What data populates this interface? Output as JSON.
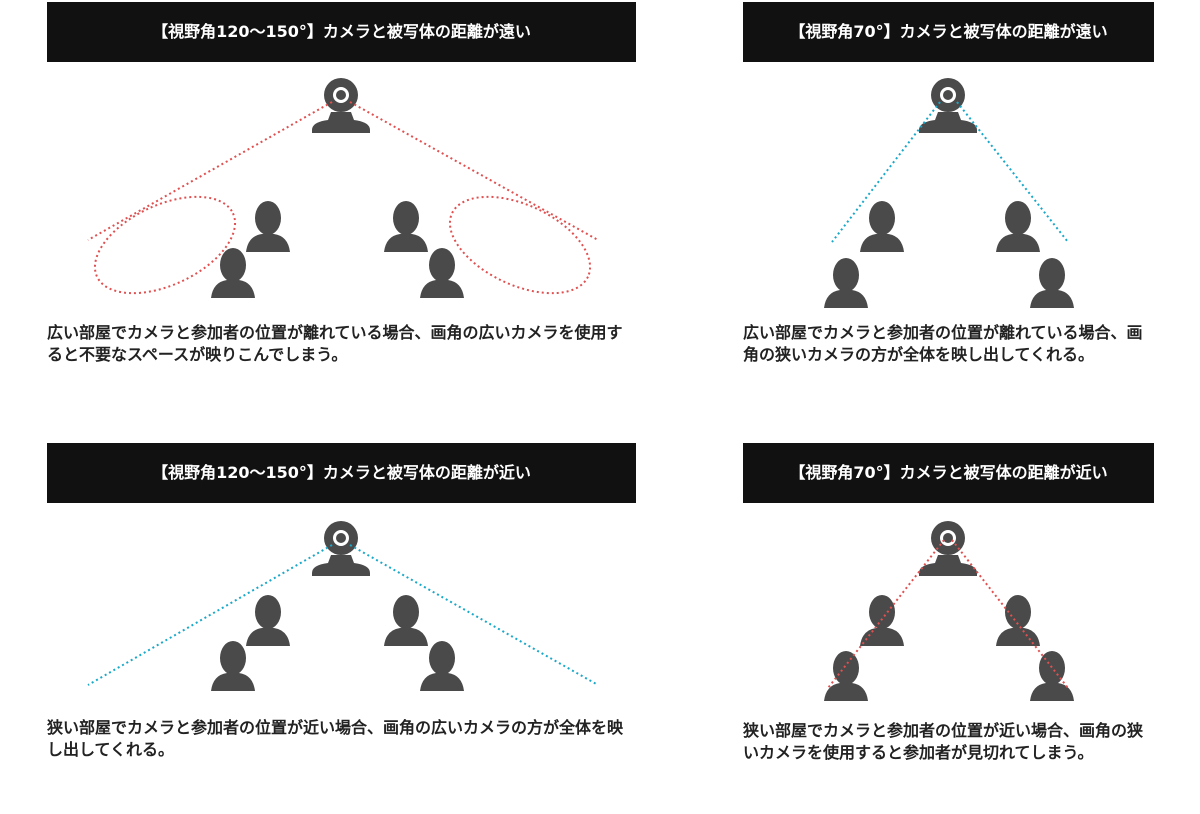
{
  "panels": [
    {
      "title": "【視野角120〜150°】カメラと被写体の距離が遠い",
      "description": "広い部屋でカメラと参加者の位置が離れている場合、画角の広いカメラを使用すると不要なスペースが映りこんでしまう。",
      "line_color": "#e05050"
    },
    {
      "title": "【視野角70°】カメラと被写体の距離が遠い",
      "description": "広い部屋でカメラと参加者の位置が離れている場合、画角の狭いカメラの方が全体を映し出してくれる。",
      "line_color": "#1aa8c8"
    },
    {
      "title": "【視野角120〜150°】カメラと被写体の距離が近い",
      "description": "狭い部屋でカメラと参加者の位置が近い場合、画角の広いカメラの方が全体を映し出してくれる。",
      "line_color": "#1aa8c8"
    },
    {
      "title": "【視野角70°】カメラと被写体の距離が近い",
      "description": "狭い部屋でカメラと参加者の位置が近い場合、画角の狭いカメラを使用すると参加者が見切れてしまう。",
      "line_color": "#e05050"
    }
  ],
  "colors": {
    "header_bg": "#111111",
    "figure": "#4a4a4a"
  }
}
